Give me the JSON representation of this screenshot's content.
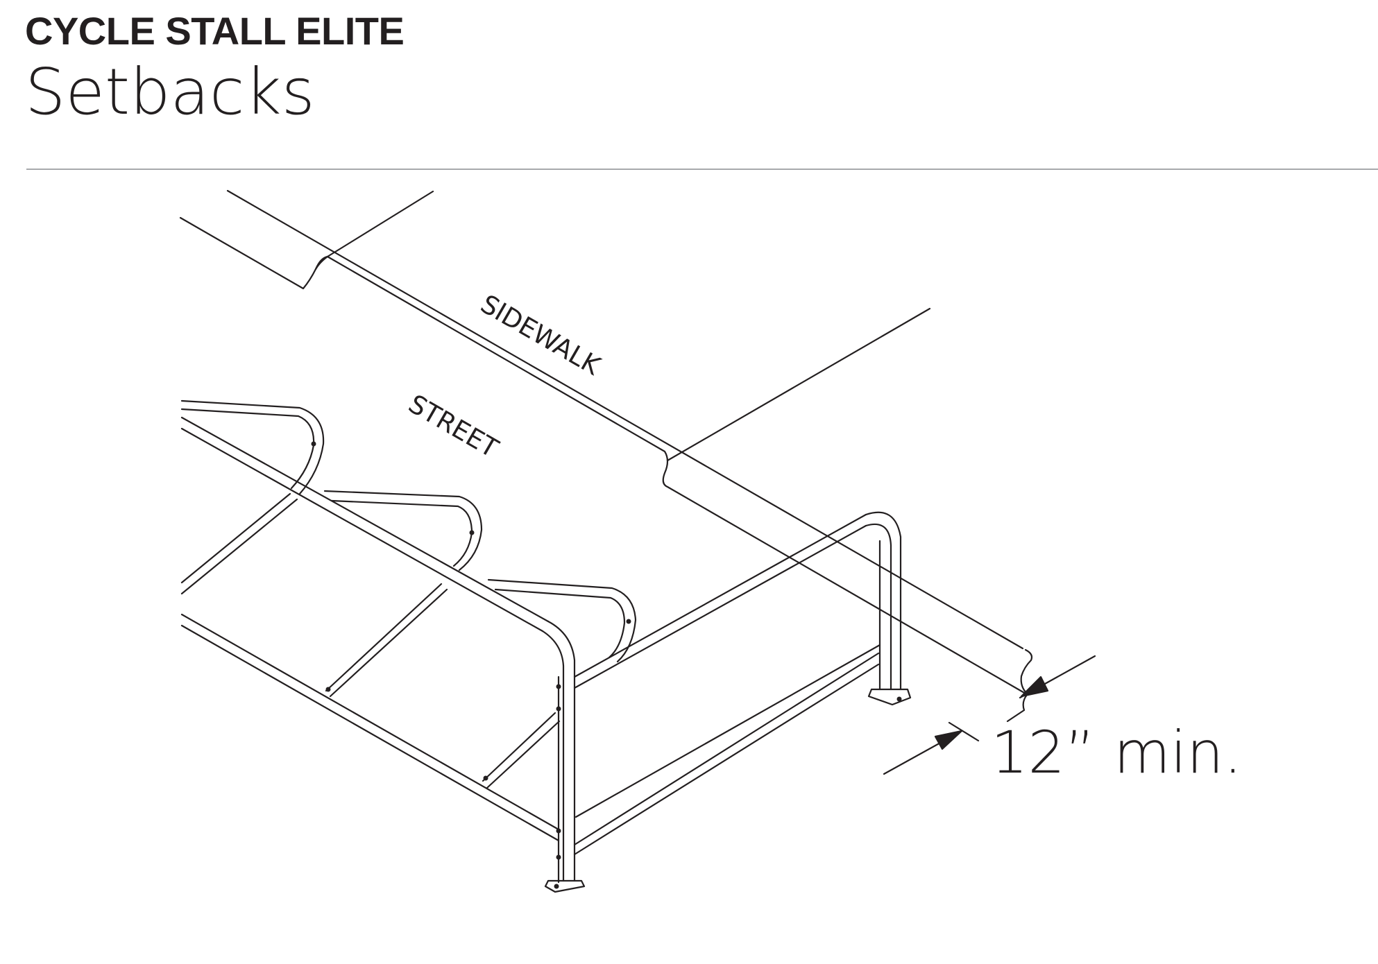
{
  "header": {
    "product_name": "CYCLE STALL ELITE",
    "section_title": "Setbacks"
  },
  "diagram": {
    "labels": {
      "sidewalk": "SIDEWALK",
      "street": "STREET",
      "dimension": "12” min."
    },
    "colors": {
      "ink": "#231f20",
      "rule": "#a7a9ac",
      "background": "#ffffff"
    }
  }
}
